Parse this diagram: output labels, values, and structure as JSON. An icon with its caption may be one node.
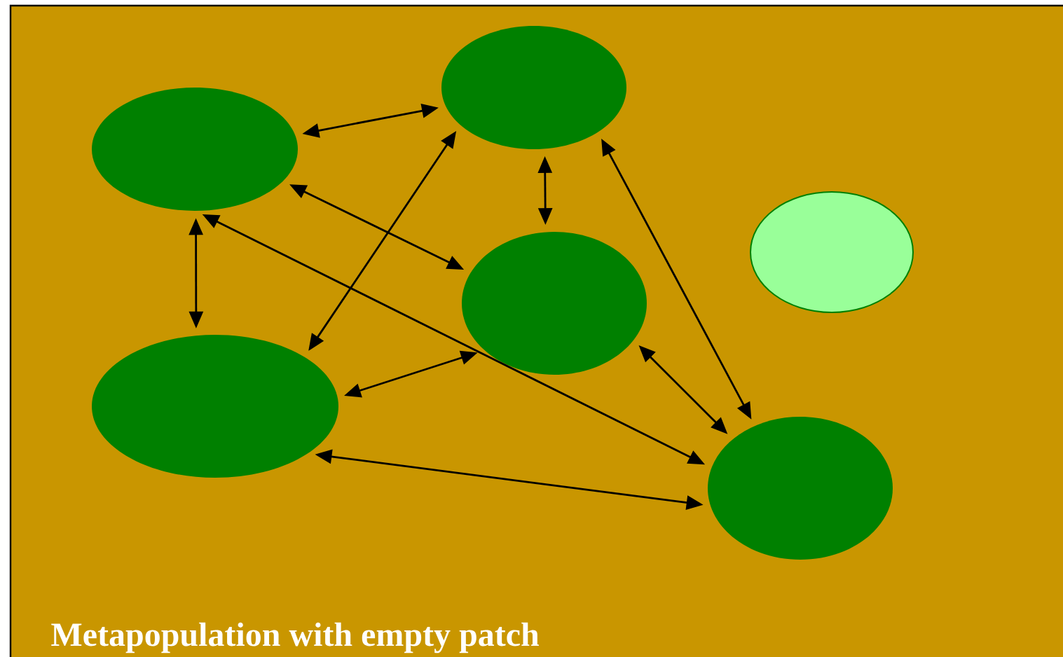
{
  "diagram": {
    "caption": "Metapopulation with empty patch",
    "nodes": [
      {
        "text": [],
        "shape": "ellipse"
      },
      {
        "text": [],
        "shape": "ellipse"
      },
      {
        "text": [],
        "shape": "ellipse"
      },
      {
        "text": [],
        "shape": "ellipse"
      },
      {
        "text": [],
        "shape": "ellipse"
      },
      {
        "text": [],
        "shape": "ellipse"
      }
    ],
    "edges": [
      {
        "from": 1,
        "to": 0,
        "arrow": "both"
      },
      {
        "from": 0,
        "to": 3,
        "arrow": "both"
      },
      {
        "from": 1,
        "to": 4,
        "arrow": "both"
      },
      {
        "from": 1,
        "to": 3,
        "arrow": "both"
      },
      {
        "from": 0,
        "to": 4,
        "arrow": "both"
      },
      {
        "from": 1,
        "to": 5,
        "arrow": "both"
      },
      {
        "from": 0,
        "to": 5,
        "arrow": "both"
      },
      {
        "from": 4,
        "to": 3,
        "arrow": "both"
      },
      {
        "from": 3,
        "to": 5,
        "arrow": "both"
      },
      {
        "from": 4,
        "to": 5,
        "arrow": "both"
      }
    ]
  }
}
